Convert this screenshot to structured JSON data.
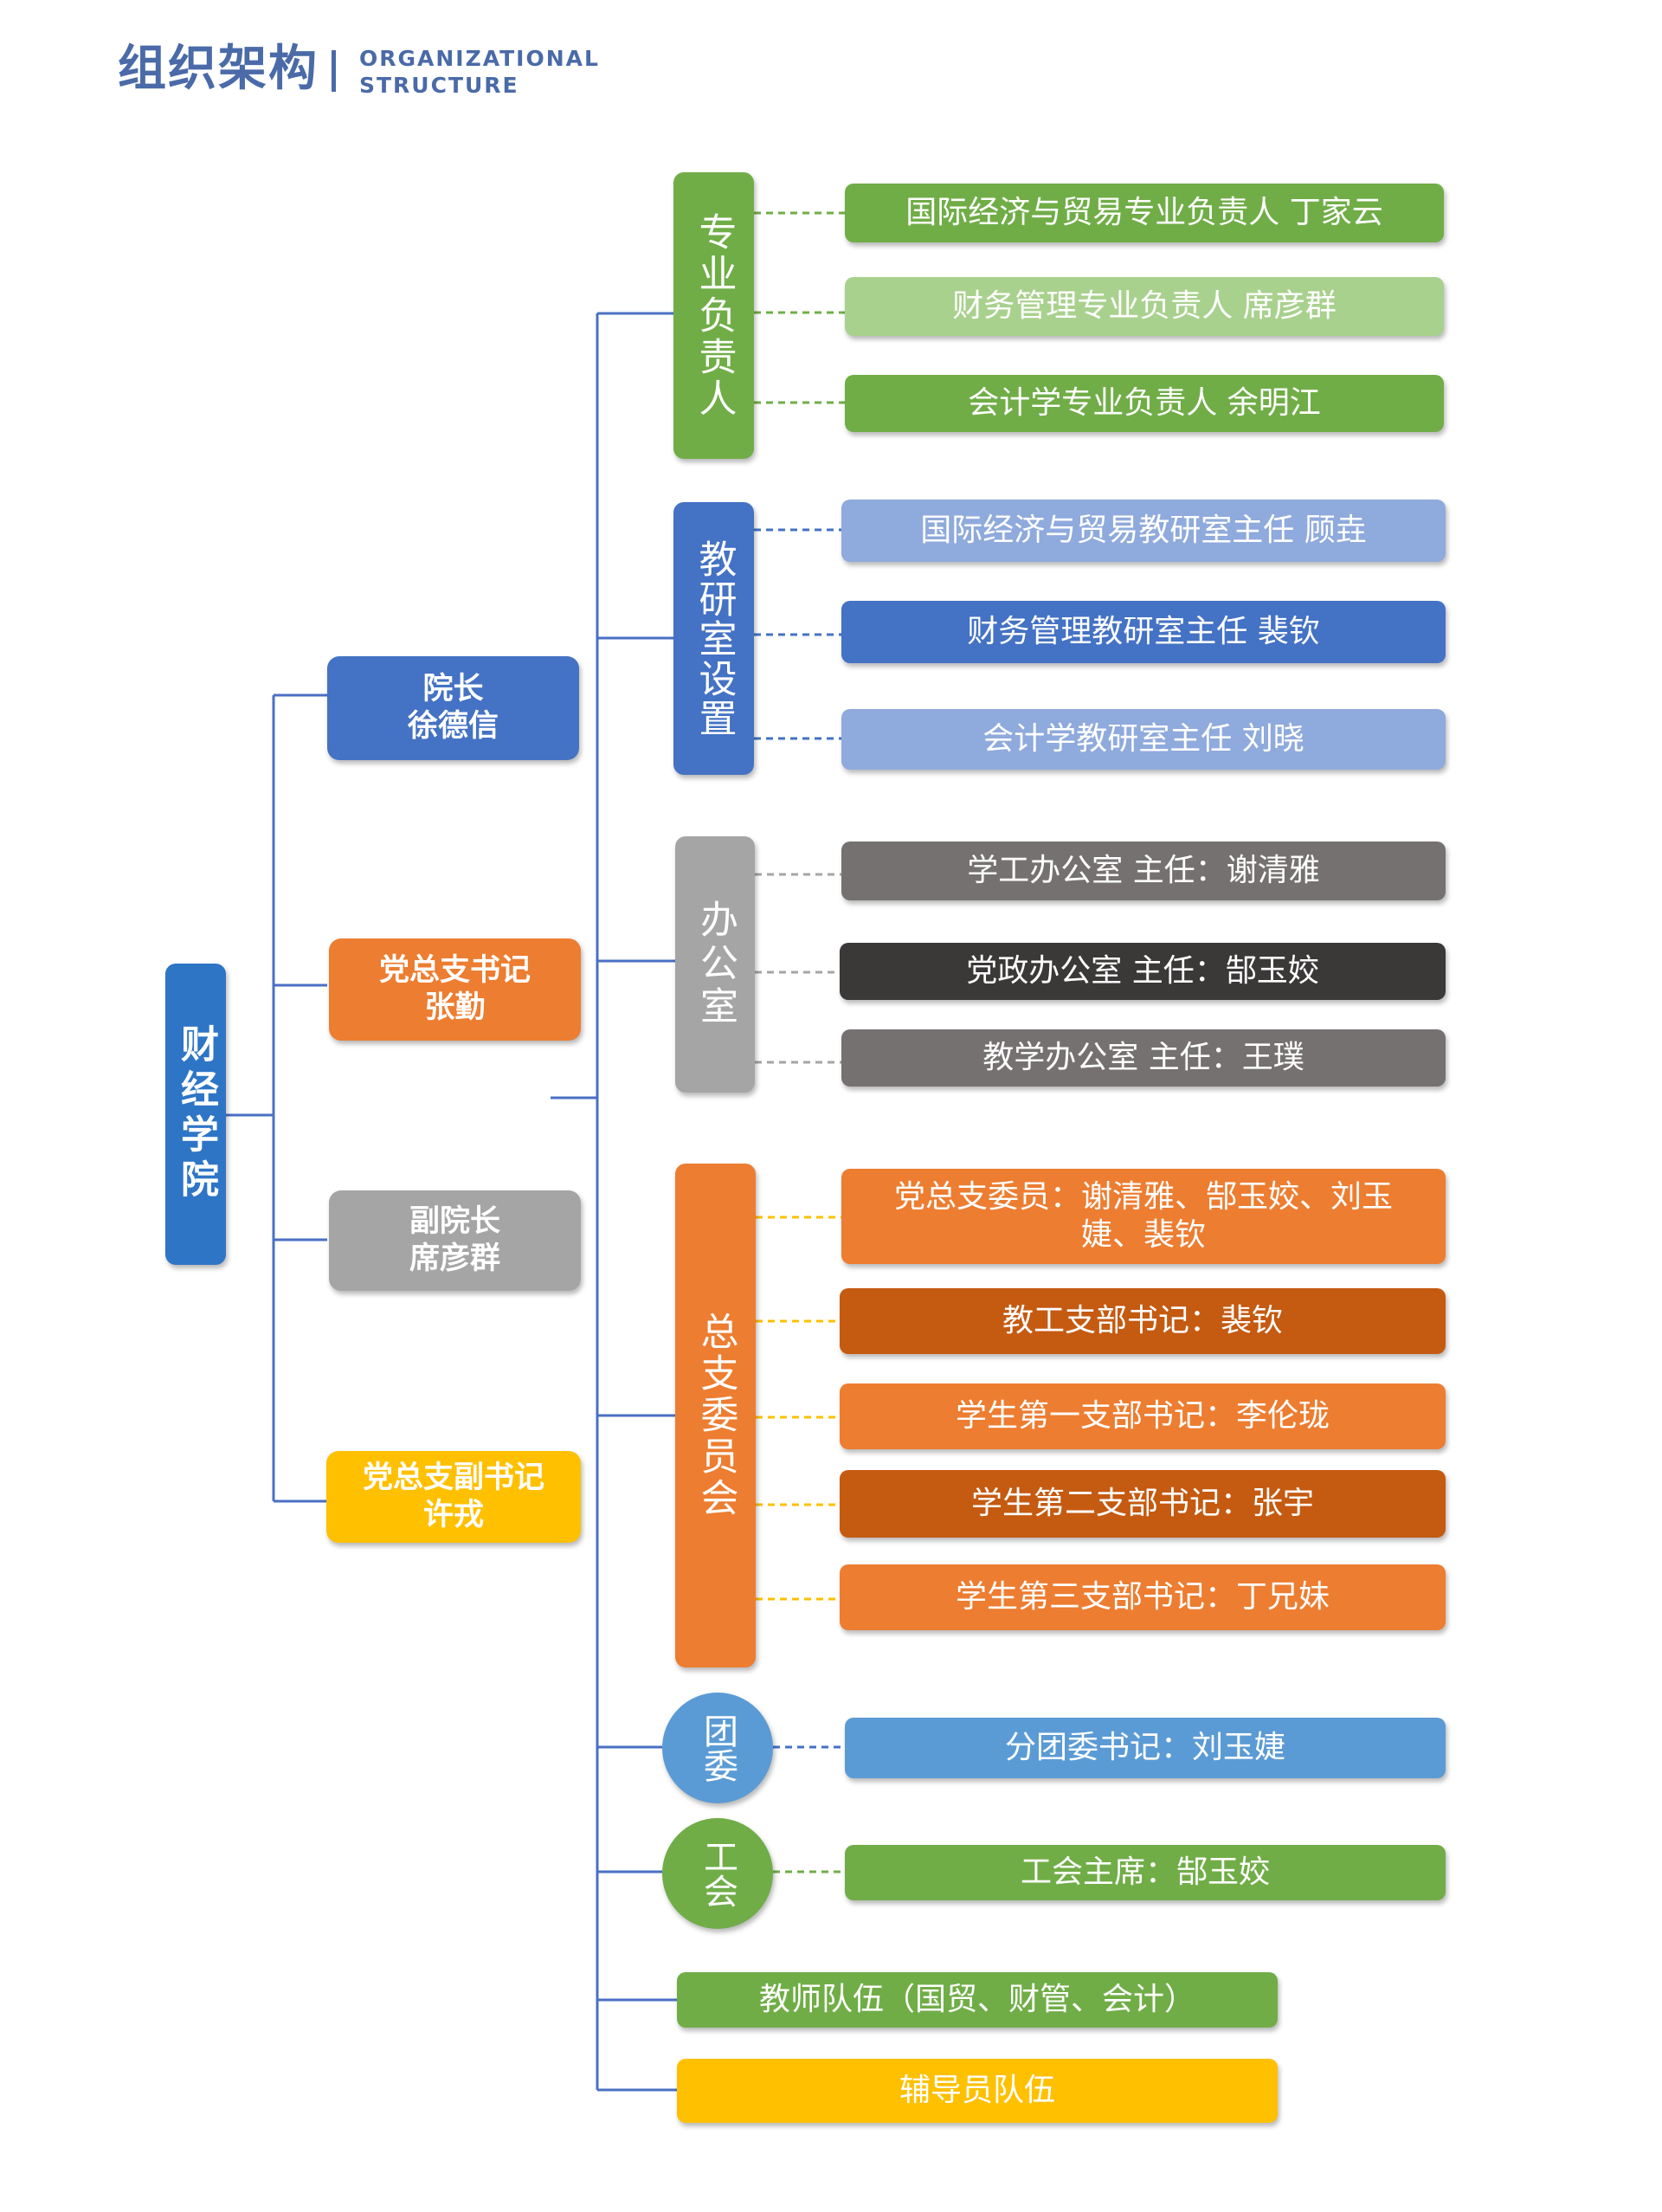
{
  "header": {
    "title": "组织架构",
    "en_line1": "ORGANIZATIONAL",
    "en_line2": "STRUCTURE"
  },
  "colors": {
    "line_blue": "#4a70c4",
    "green": "#70ad47",
    "light_green": "#a9d18e",
    "blue": "#4472c4",
    "light_blue": "#8faadc",
    "gray": "#767171",
    "dark_gray": "#3b3838",
    "mid_gray": "#a5a5a5",
    "orange": "#ed7d31",
    "dark_orange": "#c55a11",
    "sky_blue": "#5b9bd5",
    "yellow": "#ffc000"
  },
  "root": {
    "label": "财经学院"
  },
  "leaders": [
    {
      "line1": "院长",
      "line2": "徐德信"
    },
    {
      "line1": "党总支书记",
      "line2": "张勤"
    },
    {
      "line1": "副院长",
      "line2": "席彦群"
    },
    {
      "line1": "党总支副书记",
      "line2": "许戎"
    }
  ],
  "groups": {
    "major_heads": {
      "label": "专业负责人",
      "items": [
        "国际经济与贸易专业负责人  丁家云",
        "财务管理专业负责人  席彦群",
        "会计学专业负责人  余明江"
      ]
    },
    "teaching_research": {
      "label": "教研室设置",
      "items": [
        "国际经济与贸易教研室主任  顾垚",
        "财务管理教研室主任 裴钦",
        "会计学教研室主任 刘晓"
      ]
    },
    "offices": {
      "label": "办公室",
      "items": [
        "学工办公室 主任：谢清雅",
        "党政办公室 主任：郜玉姣",
        "教学办公室 主任：王璞"
      ]
    },
    "branch_committee": {
      "label": "总支委员会",
      "items": [
        "党总支委员：谢清雅、郜玉姣、刘玉婕、裴钦",
        "教工支部书记：裴钦",
        "学生第一支部书记：李伦珑",
        "学生第二支部书记：张宇",
        "学生第三支部书记：丁兄妹"
      ]
    },
    "youth_league": {
      "label": "团委",
      "items": [
        "分团委书记：刘玉婕"
      ]
    },
    "union": {
      "label": "工会",
      "items": [
        "工会主席：郜玉姣"
      ]
    }
  },
  "teams": [
    "教师队伍（国贸、财管、会计）",
    "辅导员队伍"
  ]
}
